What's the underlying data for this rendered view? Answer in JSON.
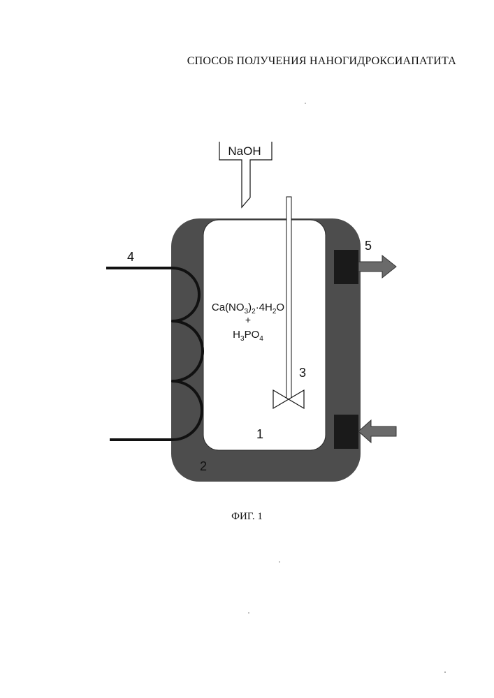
{
  "header": {
    "title": "СПОСОБ ПОЛУЧЕНИЯ НАНОГИДРОКСИАПАТИТА"
  },
  "diagram": {
    "reagent_funnel": "NaOH",
    "solution": {
      "line1": {
        "base": "Ca(NO",
        "sub1": "3",
        "mid": ")",
        "sub2": "2",
        "tail": "·4H",
        "sub3": "2",
        "end": "O"
      },
      "plus": "+",
      "line2": {
        "base": "H",
        "sub1": "3",
        "mid": "PO",
        "sub2": "4"
      }
    },
    "labels": {
      "reactor": "1",
      "jacket": "2",
      "stirrer": "3",
      "heater": "4",
      "coolant": "5"
    },
    "colors": {
      "jacket": "#4d4d4d",
      "outline": "#111111",
      "arrow": "#6a6a6a",
      "port": "#1a1a1a"
    }
  },
  "caption": "ФИГ. 1"
}
